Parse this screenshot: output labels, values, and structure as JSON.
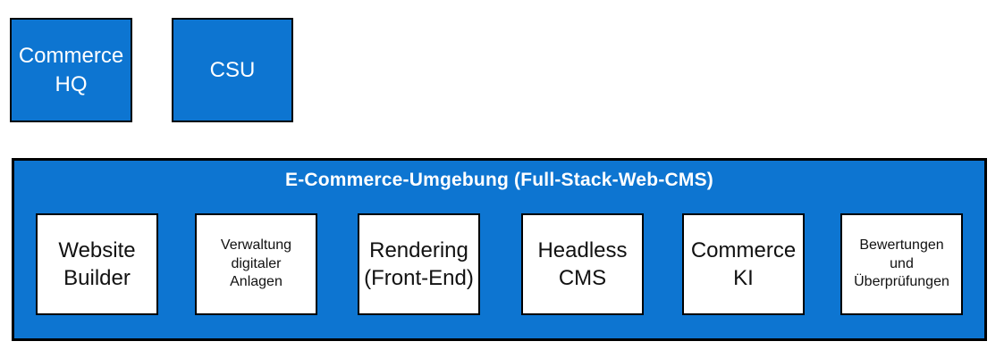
{
  "colors": {
    "blue": "#0d75d1",
    "black": "#000000",
    "white": "#ffffff",
    "text_dark": "#111111"
  },
  "external_boxes": [
    {
      "label": "Commerce\nHQ"
    },
    {
      "label": "CSU"
    }
  ],
  "environment": {
    "title": "E-Commerce-Umgebung (Full-Stack-Web-CMS)",
    "modules": [
      {
        "label": "Website\nBuilder"
      },
      {
        "label": "Verwaltung\ndigitaler\nAnlagen"
      },
      {
        "label": "Rendering\n(Front-End)"
      },
      {
        "label": "Headless\nCMS"
      },
      {
        "label": "Commerce\nKI"
      },
      {
        "label": "Bewertungen\nund\nÜberprüfungen"
      }
    ]
  }
}
